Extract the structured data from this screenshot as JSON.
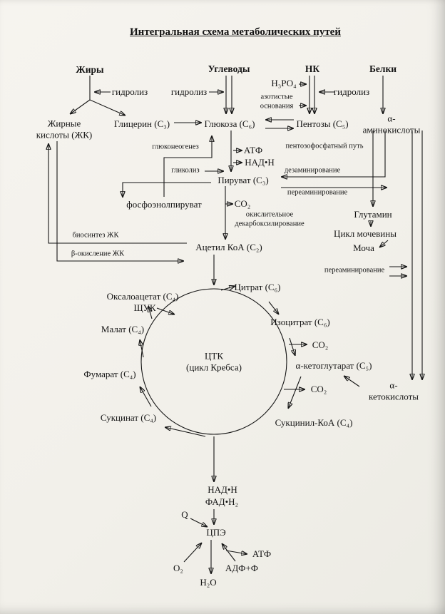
{
  "title": "Интегральная схема метаболических путей",
  "labels": {
    "fats": "Жиры",
    "hydrolysis_fats": "гидролиз",
    "carbohydrates": "Углеводы",
    "hydrolysis_carbs": "гидролиз",
    "nk": "НК",
    "h3po4": "Н₃РО₄",
    "nitrogenous_bases": "азотистые\nоснования",
    "proteins": "Белки",
    "hydrolysis_proteins": "гидролиз",
    "fatty_acids": "Жирные\nкислоты (ЖК)",
    "glycerol": "Глицерин (С₃)",
    "glucose": "Глюкоза (С₆)",
    "pentoses": "Пентозы (С₅)",
    "amino_acids": "α-аминокислоты",
    "gluconeogenesis": "глюконеогенез",
    "atp_glycolysis": "АТФ",
    "nadh_glycolysis": "НАД•Н",
    "pentose_phosphate_pathway": "пентозофосфатный путь",
    "glycolysis": "гликолиз",
    "pyruvate": "Пируват (С₃)",
    "deamination": "дезаминирование",
    "transamination_upper": "переаминирование",
    "pep": "фосфоэнолпируват",
    "co2_pyruvate": "СО₂",
    "oxidative_decarboxylation": "окислительное\nдекарбоксилирование",
    "glutamine": "Глутамин",
    "urea_cycle": "Цикл мочевины",
    "urine": "Моча",
    "fa_biosynthesis": "биосинтез ЖК",
    "fa_beta_oxidation": "β-окисление ЖК",
    "acetyl_coa": "Ацетил КоА (С₂)",
    "transamination_right": "переаминирование",
    "citrate": "Цитрат (С₆)",
    "oxaloacetate": "Оксалоацетат (С₄)",
    "shuk": "ЩУК",
    "malate": "Малат (С₄)",
    "tca": "ЦТК\n(цикл Кребса)",
    "isocitrate": "Изоцитрат (С₆)",
    "co2_isocitrate": "СО₂",
    "alpha_ketoglutarate": "α-кетоглутарат (С₅)",
    "fumarate": "Фумарат (С₄)",
    "co2_ketoglutarate": "СО₂",
    "alpha_ketoacids": "α-кетокислоты",
    "succinate": "Сукцинат (С₄)",
    "succinyl_coa": "Сукцинил-КоА (С₄)",
    "nadh_bottom": "НАД•Н",
    "fadh2": "ФАД•Н₂",
    "q": "Q",
    "etc": "ЦПЭ",
    "atp_bottom": "АТФ",
    "o2": "О₂",
    "adp_p": "АДФ+Ф",
    "h2o": "Н₂О"
  }
}
